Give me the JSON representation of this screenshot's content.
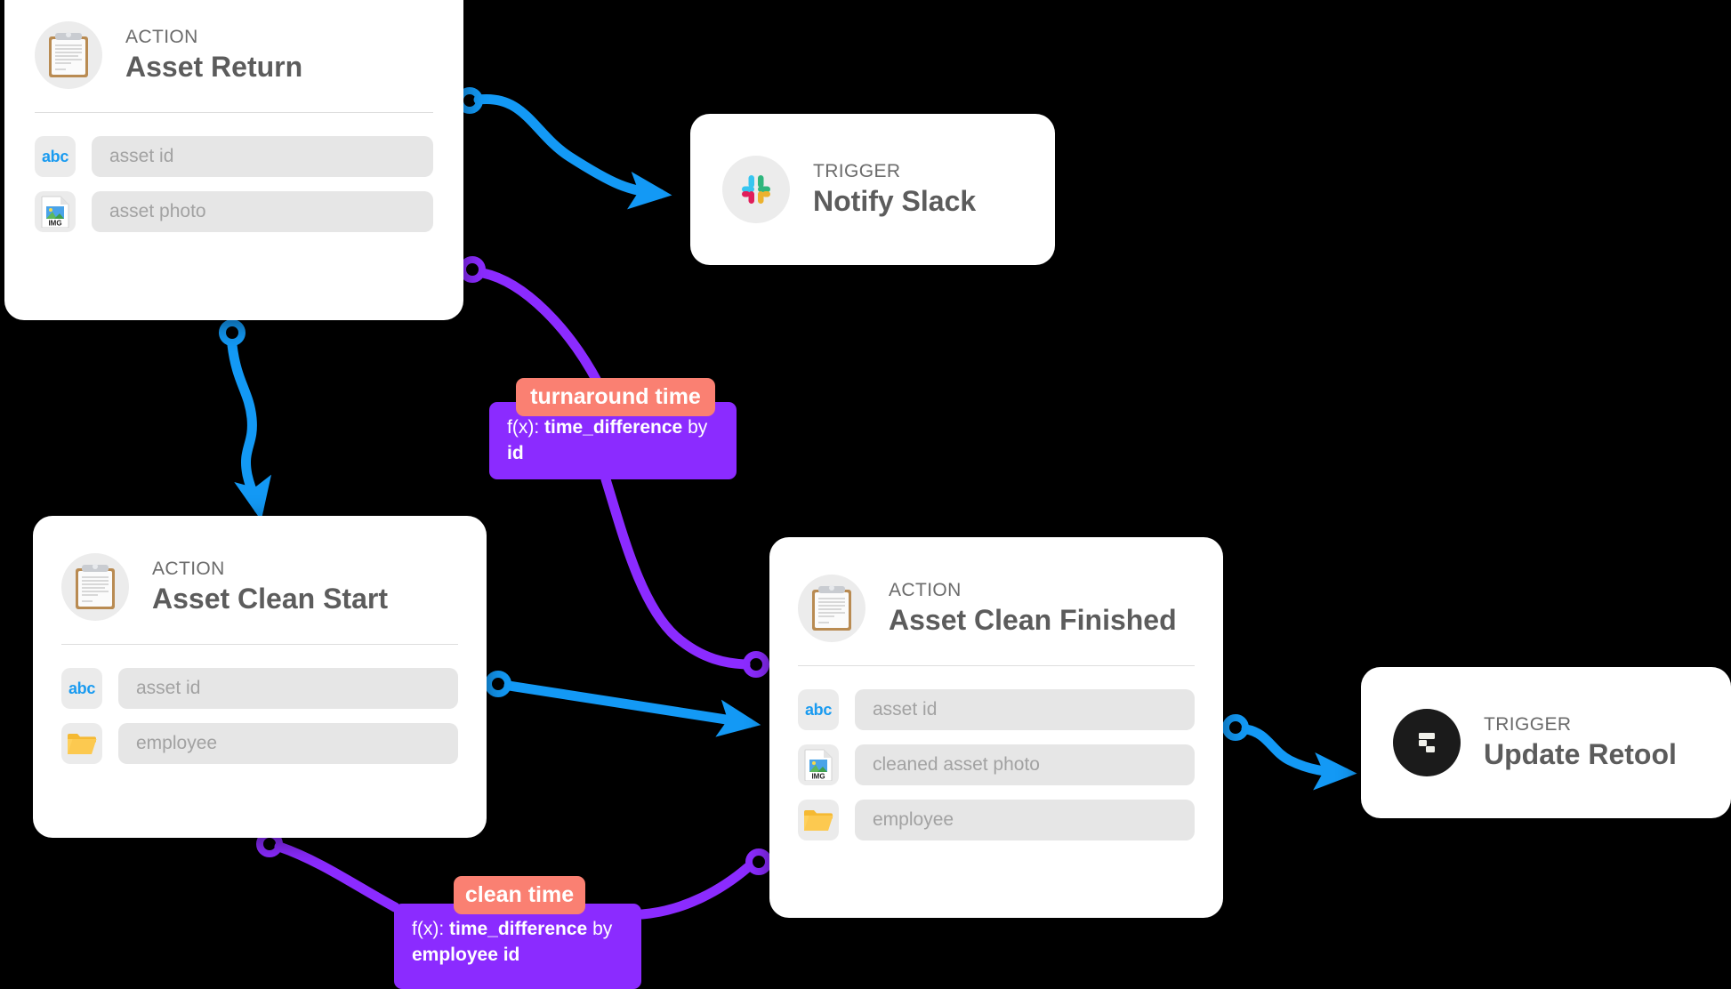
{
  "canvas": {
    "background": "#000000",
    "edge_colors": {
      "blue": "#1399f5",
      "purple": "#8b2bff"
    },
    "chip_color": "#fa8072",
    "formula_color": "#8b2bff"
  },
  "nodes": [
    {
      "id": "asset-return",
      "kind": "ACTION",
      "name": "Asset Return",
      "avatar_icon": "clipboard-icon",
      "fields": [
        {
          "icon": "abc-icon",
          "icon_label": "abc",
          "placeholder": "asset id"
        },
        {
          "icon": "image-file-icon",
          "icon_label": "IMG",
          "placeholder": "asset photo"
        }
      ]
    },
    {
      "id": "notify-slack",
      "kind": "TRIGGER",
      "name": "Notify Slack",
      "avatar_icon": "slack-icon",
      "fields": []
    },
    {
      "id": "asset-clean-start",
      "kind": "ACTION",
      "name": "Asset Clean Start",
      "avatar_icon": "clipboard-icon",
      "fields": [
        {
          "icon": "abc-icon",
          "icon_label": "abc",
          "placeholder": "asset id"
        },
        {
          "icon": "folder-icon",
          "icon_label": "",
          "placeholder": "employee"
        }
      ]
    },
    {
      "id": "asset-clean-finished",
      "kind": "ACTION",
      "name": "Asset Clean Finished",
      "avatar_icon": "clipboard-icon",
      "fields": [
        {
          "icon": "abc-icon",
          "icon_label": "abc",
          "placeholder": "asset id"
        },
        {
          "icon": "image-file-icon",
          "icon_label": "IMG",
          "placeholder": "cleaned asset photo"
        },
        {
          "icon": "folder-icon",
          "icon_label": "",
          "placeholder": "employee"
        }
      ]
    },
    {
      "id": "update-retool",
      "kind": "TRIGGER",
      "name": "Update Retool",
      "avatar_icon": "retool-icon",
      "fields": []
    }
  ],
  "formulas": [
    {
      "id": "turnaround-time",
      "chip_label": "turnaround time",
      "prefix": "f(x): ",
      "function": "time_difference",
      "middle": " by ",
      "key": "id"
    },
    {
      "id": "clean-time",
      "chip_label": "clean time",
      "prefix": "f(x): ",
      "function": "time_difference",
      "middle": " by ",
      "key": "employee id"
    }
  ],
  "edges": [
    {
      "id": "asset-return-to-notify-slack",
      "color": "blue",
      "from": "asset-return",
      "to": "notify-slack"
    },
    {
      "id": "asset-return-to-asset-clean-start",
      "color": "blue",
      "from": "asset-return",
      "to": "asset-clean-start"
    },
    {
      "id": "asset-return-to-turnaround",
      "color": "purple",
      "from": "asset-return",
      "to": "turnaround-time"
    },
    {
      "id": "turnaround-to-asset-clean-finished",
      "color": "purple",
      "from": "turnaround-time",
      "to": "asset-clean-finished"
    },
    {
      "id": "clean-start-to-clean-finished",
      "color": "blue",
      "from": "asset-clean-start",
      "to": "asset-clean-finished"
    },
    {
      "id": "clean-start-to-clean-time",
      "color": "purple",
      "from": "asset-clean-start",
      "to": "clean-time"
    },
    {
      "id": "clean-time-to-clean-finished",
      "color": "purple",
      "from": "clean-time",
      "to": "asset-clean-finished"
    },
    {
      "id": "clean-finished-to-update-retool",
      "color": "blue",
      "from": "asset-clean-finished",
      "to": "update-retool"
    }
  ]
}
